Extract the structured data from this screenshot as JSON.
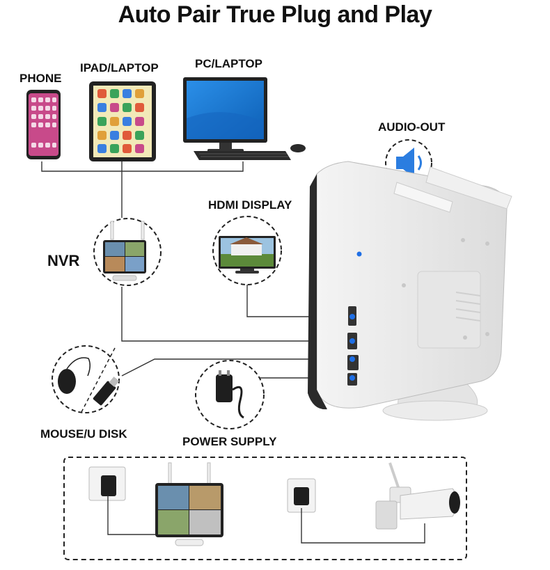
{
  "title": "Auto Pair True Plug and Play",
  "labels": {
    "phone": "PHONE",
    "ipad_laptop": "IPAD/LAPTOP",
    "pc_laptop": "PC/LAPTOP",
    "audio_out": "AUDIO-OUT",
    "hdmi_display": "HDMI DISPLAY",
    "nvr": "NVR",
    "mouse_u_disk": "MOUSE/U DISK",
    "power_supply": "POWER SUPPLY"
  },
  "colors": {
    "port_accent": "#1f6fe5",
    "screen_blue": "#1d7fd6",
    "cable": "#333333"
  },
  "icons": [
    "phone-icon",
    "tablet-icon",
    "pc-monitor-icon",
    "speaker-icon",
    "hdmi-display-icon",
    "nvr-icon",
    "mouse-icon",
    "usb-disk-icon",
    "power-adapter-icon",
    "wall-outlet-icon",
    "ip-camera-icon"
  ]
}
